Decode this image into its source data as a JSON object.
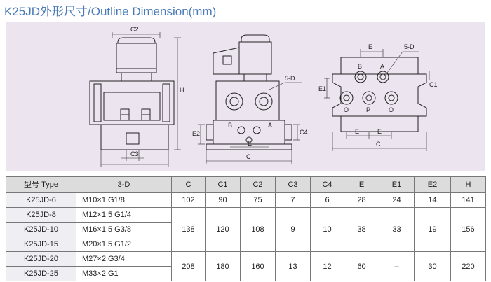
{
  "title": "K25JD外形尺寸/Outline Dimension(mm)",
  "drawing": {
    "labels": {
      "c2": "C2",
      "c3": "C3",
      "h": "H",
      "five_d_center": "5-D",
      "e2": "E2",
      "c4": "C4",
      "e_center": "E",
      "c_center": "C",
      "b": "B",
      "a": "A",
      "e_top": "E",
      "five_d_right": "5-D",
      "e1": "E1",
      "c1": "C1",
      "b_right": "B",
      "a_right": "A",
      "o_left": "O",
      "p": "P",
      "o_right": "O",
      "e_bottom_left": "E",
      "e_bottom_right": "E",
      "c_right": "C"
    }
  },
  "table": {
    "headers": [
      "型号 Type",
      "3-D",
      "C",
      "C1",
      "C2",
      "C3",
      "C4",
      "E",
      "E1",
      "E2",
      "H"
    ],
    "rows": [
      {
        "type": "K25JD-6",
        "d": "M10×1   G1/8"
      },
      {
        "type": "K25JD-8",
        "d": "M12×1.5  G1/4"
      },
      {
        "type": "K25JD-10",
        "d": "M16×1.5  G3/8"
      },
      {
        "type": "K25JD-15",
        "d": "M20×1.5  G1/2"
      },
      {
        "type": "K25JD-20",
        "d": "M27×2   G3/4"
      },
      {
        "type": "K25JD-25",
        "d": "M33×2   G1"
      }
    ],
    "group1": {
      "C": "102",
      "C1": "90",
      "C2": "75",
      "C3": "7",
      "C4": "6",
      "E": "28",
      "E1": "24",
      "E2": "14",
      "H": "141"
    },
    "group2": {
      "C": "138",
      "C1": "120",
      "C2": "108",
      "C3": "9",
      "C4": "10",
      "E": "38",
      "E1": "33",
      "E2": "19",
      "H": "156"
    },
    "group3": {
      "C": "208",
      "C1": "180",
      "C2": "160",
      "C3": "13",
      "C4": "12",
      "E": "60",
      "E1": "–",
      "E2": "30",
      "H": "220"
    }
  }
}
